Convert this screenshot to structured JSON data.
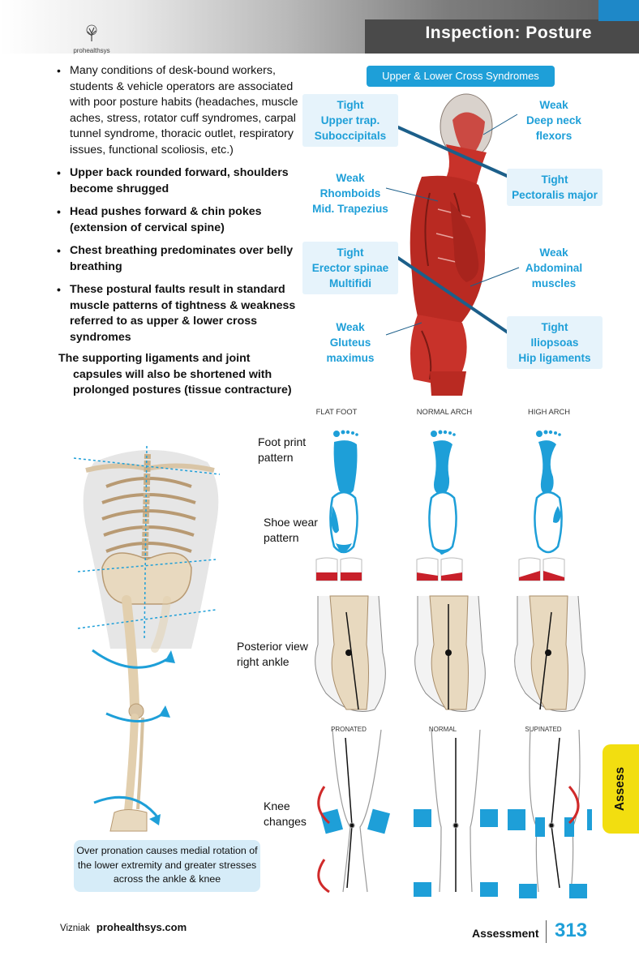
{
  "header": {
    "title": "Inspection: Posture",
    "brand": "prohealthsys"
  },
  "bullets": [
    {
      "text": "Many conditions of desk-bound workers, students & vehicle operators are associated with poor posture habits (headaches, muscle aches, stress, rotator cuff syndromes, carpal tunnel syndrome, thoracic outlet, respiratory issues, functional scoliosis, etc.)",
      "weight": "normal"
    },
    {
      "text": "Upper back rounded forward, shoulders become shrugged",
      "weight": "bold"
    },
    {
      "text": "Head pushes forward & chin pokes (extension of cervical spine)",
      "weight": "bold"
    },
    {
      "text": "Chest breathing predominates over belly breathing",
      "weight": "bold"
    },
    {
      "text": "These postural faults result in standard muscle patterns of tightness & weakness referred to as upper & lower cross syndromes",
      "weight": "bold"
    }
  ],
  "closing_text": "The supporting ligaments and joint capsules will also be shortened with prolonged postures (tissue contracture)",
  "cross_syndrome": {
    "title": "Upper & Lower Cross Syndromes",
    "labels": {
      "tight_upper": [
        "Tight",
        "Upper trap.",
        "Suboccipitals"
      ],
      "weak_neck": [
        "Weak",
        "Deep neck",
        "flexors"
      ],
      "weak_rhomboids": [
        "Weak",
        "Rhomboids",
        "Mid. Trapezius"
      ],
      "tight_pectoralis": [
        "Tight",
        "Pectoralis major"
      ],
      "tight_erector": [
        "Tight",
        "Erector  spinae",
        "Multifidi"
      ],
      "weak_abdominal": [
        "Weak",
        "Abdominal",
        "muscles"
      ],
      "weak_gluteus": [
        "Weak",
        "Gluteus",
        "maximus"
      ],
      "tight_iliopsoas": [
        "Tight",
        "Iliopsoas",
        "Hip ligaments"
      ]
    },
    "colors": {
      "accent": "#1e9fd8",
      "line": "#1c5f8a",
      "muscle": "#c8322a"
    }
  },
  "skeleton_caption": "Over pronation causes medial rotation of the lower extremity and greater stresses across the ankle & knee",
  "foot_chart": {
    "columns": [
      "FLAT FOOT",
      "NORMAL ARCH",
      "HIGH ARCH"
    ],
    "rows": {
      "footprint": [
        "Foot print",
        "pattern"
      ],
      "shoewear": [
        "Shoe wear",
        "pattern"
      ],
      "posterior": [
        "Posterior view",
        "right ankle"
      ],
      "knee": [
        "Knee",
        "changes"
      ]
    },
    "knee_columns": [
      "PRONATED",
      "NORMAL",
      "SUPINATED"
    ]
  },
  "side_tab": "Assess",
  "footer": {
    "author": "Vizniak",
    "site": "prohealthsys.com",
    "section": "Assessment",
    "page": "313"
  }
}
